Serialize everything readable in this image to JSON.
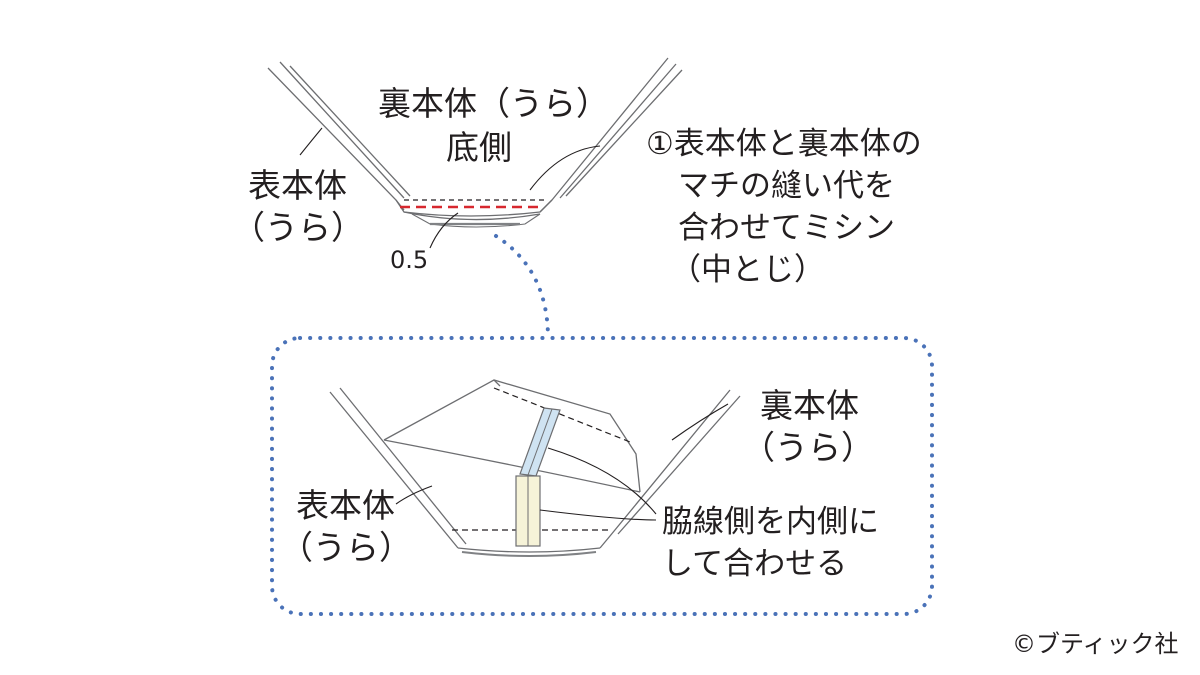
{
  "top_view": {
    "lining_label": "裏本体（うら）",
    "bottom_side_label": "底側",
    "outer_label": "表本体",
    "outer_sub_label": "（うら）",
    "seam_allowance": "0.5",
    "step_note": [
      "①表本体と裏本体の",
      "マチの縫い代を",
      "合わせてミシン",
      "（中とじ）"
    ],
    "stitch_color": "#d7282f"
  },
  "detail_view": {
    "lining_label": "裏本体",
    "lining_sub_label": "（うら）",
    "outer_label": "表本体",
    "outer_sub_label": "（うら）",
    "note": [
      "脇線側を内側に",
      "して合わせる"
    ],
    "frame_color": "#4a72b8",
    "lining_tape_color": "#cfe3f2",
    "outer_tape_color": "#f6f3d8"
  },
  "copyright": "©ブティック社"
}
